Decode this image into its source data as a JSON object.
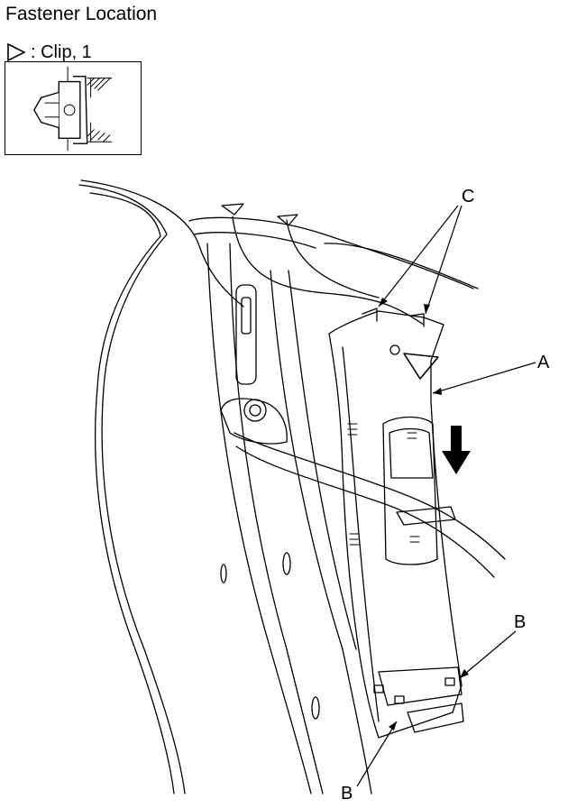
{
  "title": "Fastener Location",
  "legend": {
    "symbol": "triangle-clip-icon",
    "text": ": Clip, 1"
  },
  "callouts": {
    "a": "A",
    "b_upper": "B",
    "b_lower": "B",
    "c": "C"
  }
}
